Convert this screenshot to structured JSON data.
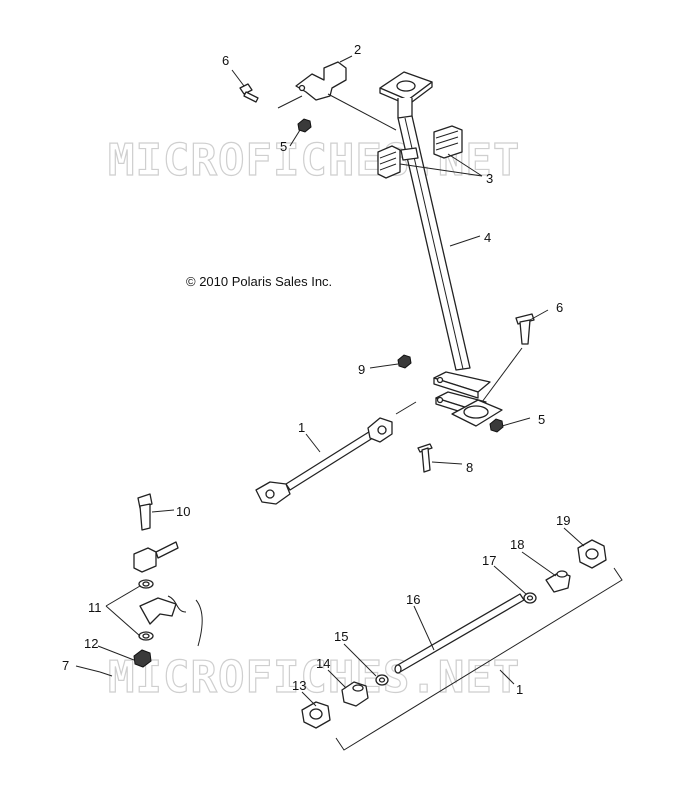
{
  "watermarks": [
    "MICROFICHES.NET",
    "MICROFICHES.NET"
  ],
  "copyright": "© 2010 Polaris Sales Inc.",
  "callouts": [
    "1",
    "2",
    "3",
    "4",
    "5",
    "6",
    "7",
    "8",
    "9",
    "10",
    "11",
    "12",
    "13",
    "14",
    "15",
    "16",
    "17",
    "18",
    "19"
  ],
  "callout_labels": {
    "c6a": "6",
    "c2": "2",
    "c5a": "5",
    "c3": "3",
    "c4": "4",
    "c6b": "6",
    "c9": "9",
    "c1a": "1",
    "c5b": "5",
    "c8": "8",
    "c10": "10",
    "c11": "11",
    "c12": "12",
    "c7": "7",
    "c19": "19",
    "c18": "18",
    "c17": "17",
    "c16": "16",
    "c15": "15",
    "c14": "14",
    "c13": "13",
    "c1b": "1"
  }
}
